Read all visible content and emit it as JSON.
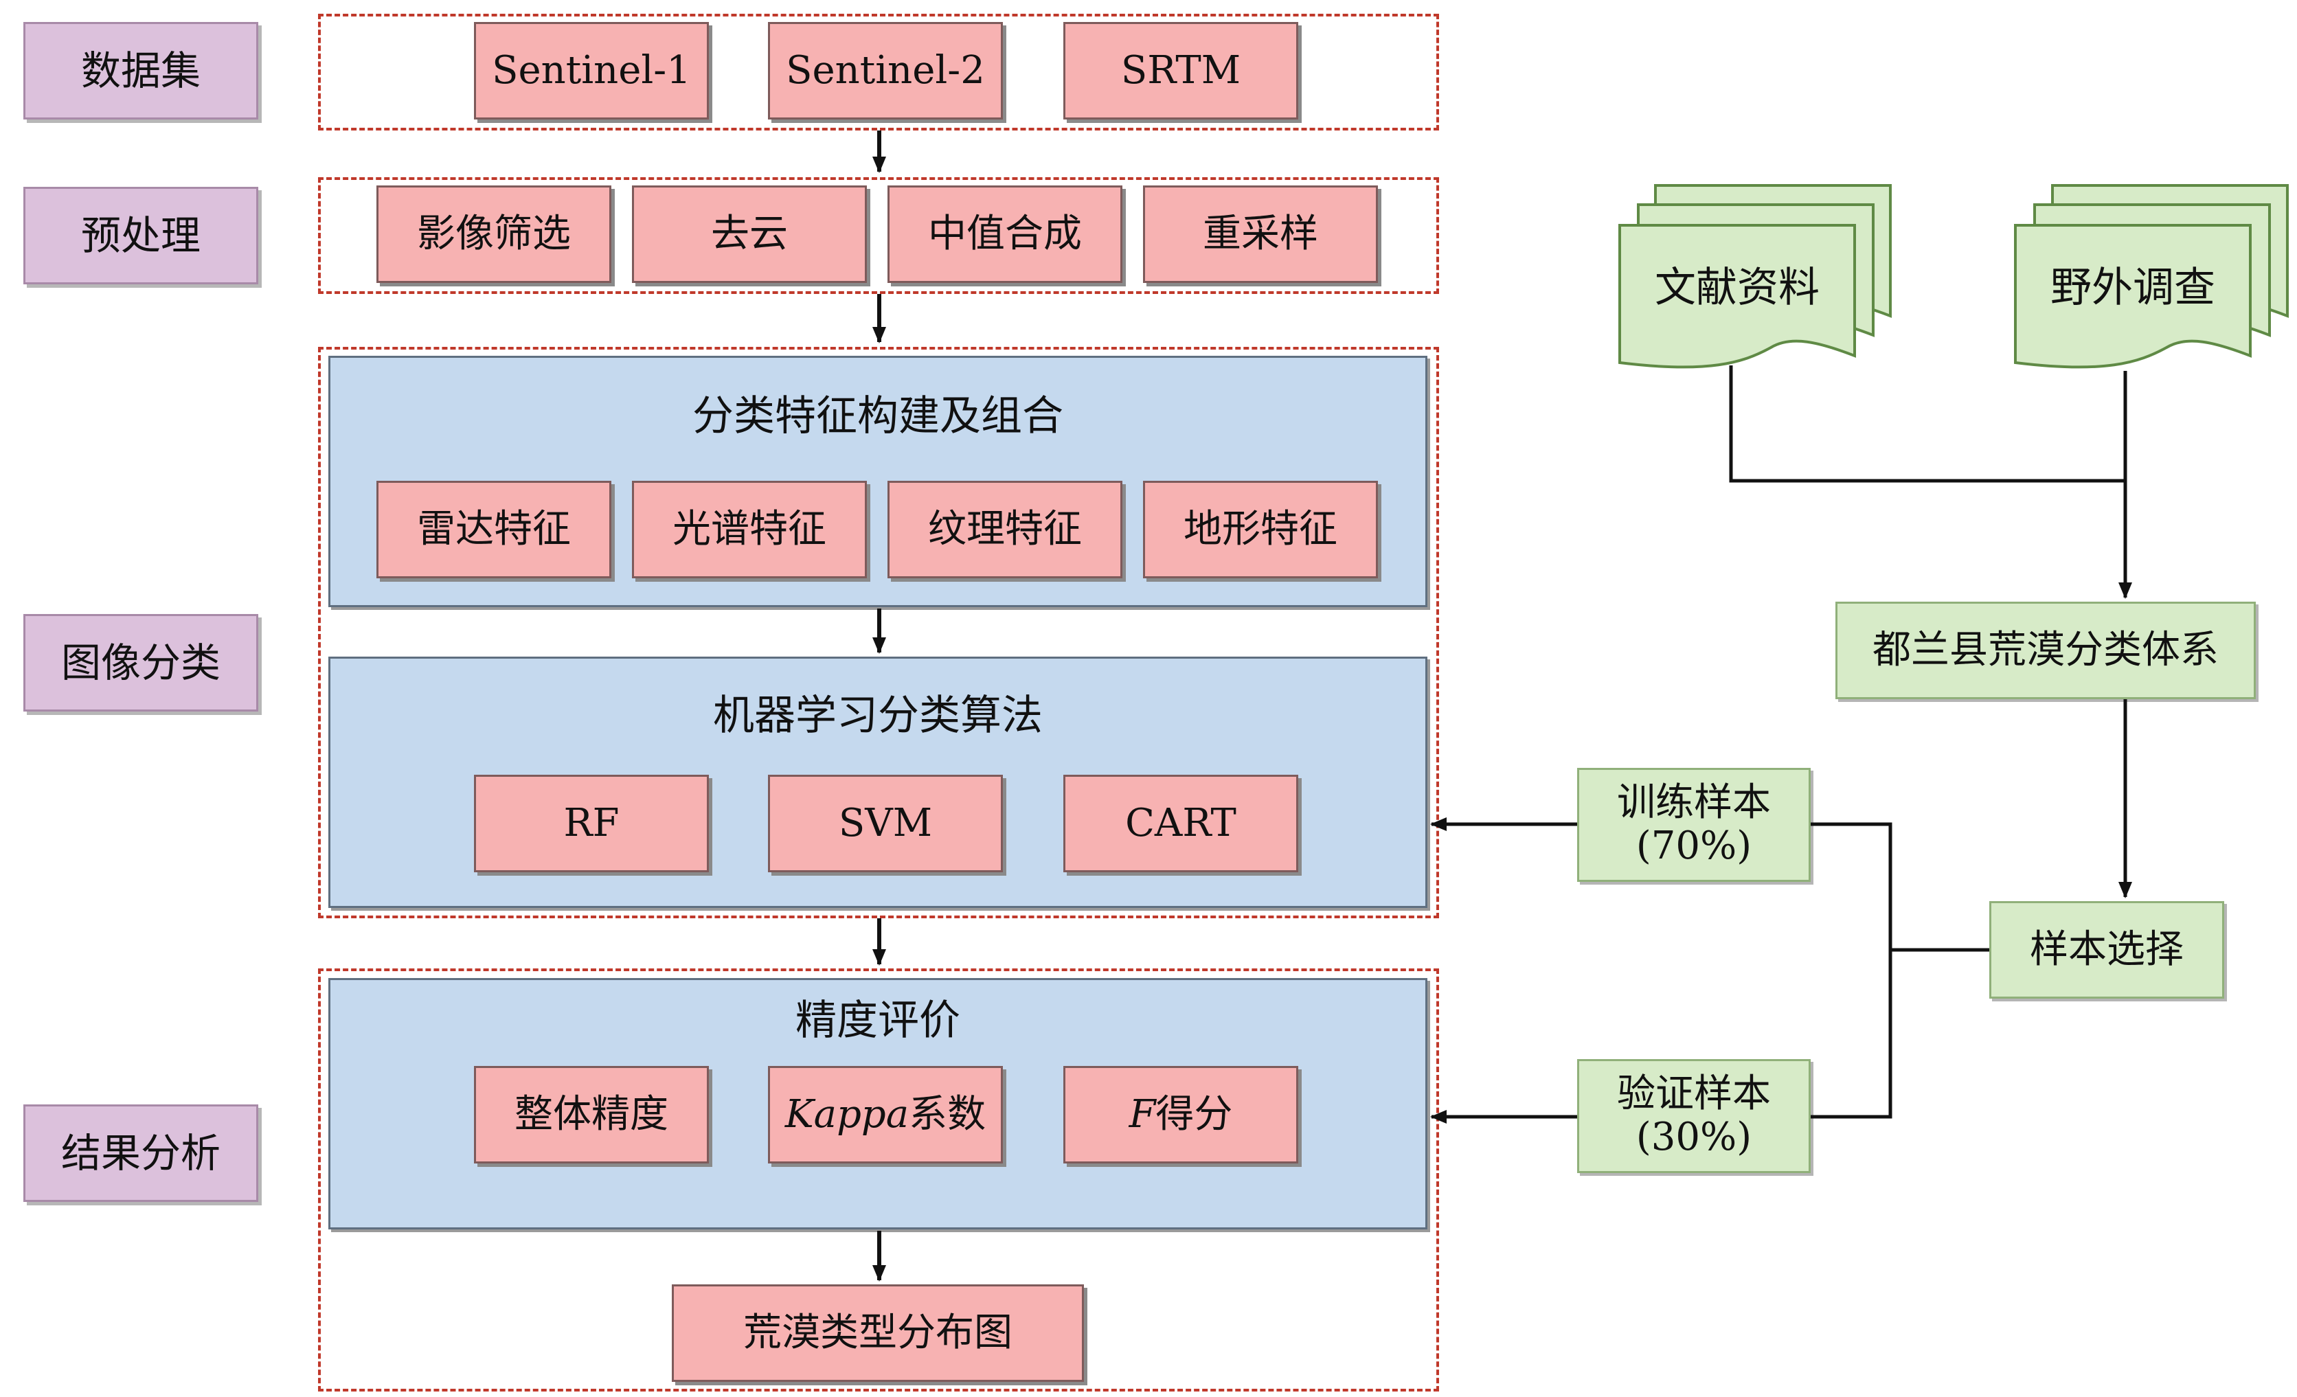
{
  "stages": {
    "dataset": "数据集",
    "preprocess": "预处理",
    "classification": "图像分类",
    "results": "结果分析"
  },
  "datasets": [
    "Sentinel-1",
    "Sentinel-2",
    "SRTM"
  ],
  "preprocessing": [
    "影像筛选",
    "去云",
    "中值合成",
    "重采样"
  ],
  "features": {
    "title": "分类特征构建及组合",
    "items": [
      "雷达特征",
      "光谱特征",
      "纹理特征",
      "地形特征"
    ]
  },
  "algorithms": {
    "title": "机器学习分类算法",
    "items": [
      "RF",
      "SVM",
      "CART"
    ]
  },
  "accuracy": {
    "title": "精度评价",
    "overall": "整体精度",
    "kappa_italic": "Kappa",
    "kappa_rest": "系数",
    "f_italic": "F",
    "f_rest": "得分"
  },
  "output": "荒漠类型分布图",
  "sources": {
    "literature": "文献资料",
    "field": "野外调查"
  },
  "system": "都兰县荒漠分类体系",
  "sample_selection": "样本选择",
  "training": {
    "line1": "训练样本",
    "line2": "(70%)"
  },
  "validation": {
    "line1": "验证样本",
    "line2": "(30%)"
  }
}
